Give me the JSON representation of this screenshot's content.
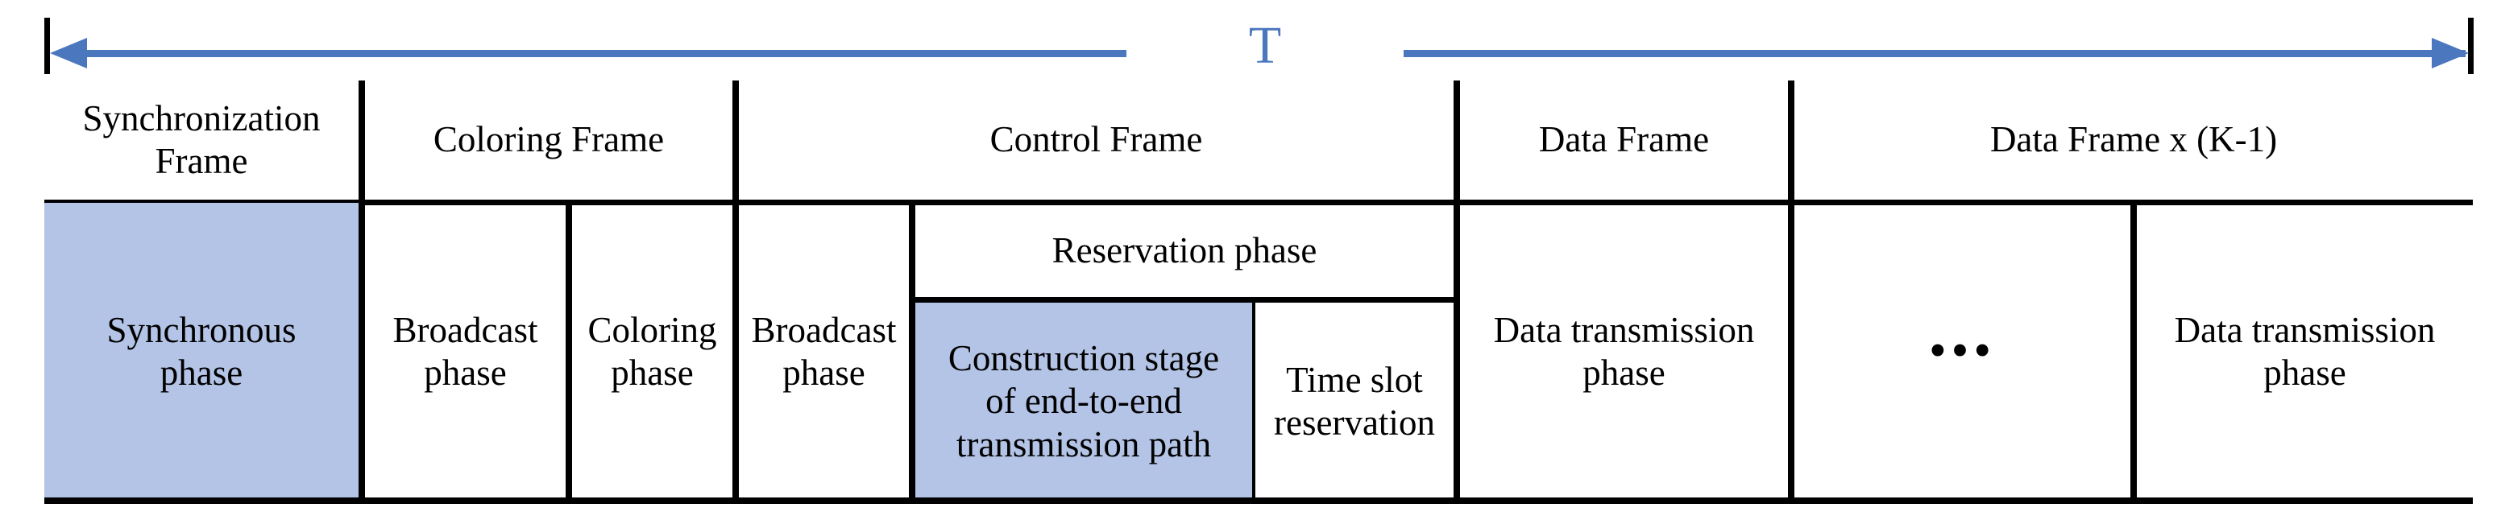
{
  "timeline": {
    "label": "T",
    "color": "#4a77bd",
    "left_arrow_icon": "arrow-left-icon",
    "right_arrow_icon": "arrow-right-icon"
  },
  "colors": {
    "highlight_fill": "#b4c4e6",
    "arrow": "#4a77bd",
    "line": "#000000",
    "text": "#000000"
  },
  "frames": [
    {
      "label": "Synchronization\nFrame",
      "line1": "Synchronization",
      "line2": "Frame"
    },
    {
      "label": "Coloring Frame"
    },
    {
      "label": "Control Frame"
    },
    {
      "label": "Data Frame"
    },
    {
      "label": "Data Frame  x (K-1)"
    }
  ],
  "header": {
    "synchronization_frame_l1": "Synchronization",
    "synchronization_frame_l2": "Frame",
    "coloring_frame": "Coloring Frame",
    "control_frame": "Control Frame",
    "data_frame": "Data Frame",
    "data_frame_k": "Data Frame  x (K-1)"
  },
  "phases": {
    "synchronous_l1": "Synchronous",
    "synchronous_l2": "phase",
    "broadcast_a_l1": "Broadcast",
    "broadcast_a_l2": "phase",
    "coloring_l1": "Coloring",
    "coloring_l2": "phase",
    "broadcast_b_l1": "Broadcast",
    "broadcast_b_l2": "phase",
    "reservation_phase": "Reservation phase",
    "construction_l1": "Construction stage",
    "construction_l2": "of end-to-end",
    "construction_l3": "transmission path",
    "time_slot_l1": "Time slot",
    "time_slot_l2": "reservation",
    "data_transmission_a_l1": "Data transmission",
    "data_transmission_a_l2": "phase",
    "ellipsis": "•••",
    "data_transmission_b_l1": "Data transmission",
    "data_transmission_b_l2": "phase"
  }
}
